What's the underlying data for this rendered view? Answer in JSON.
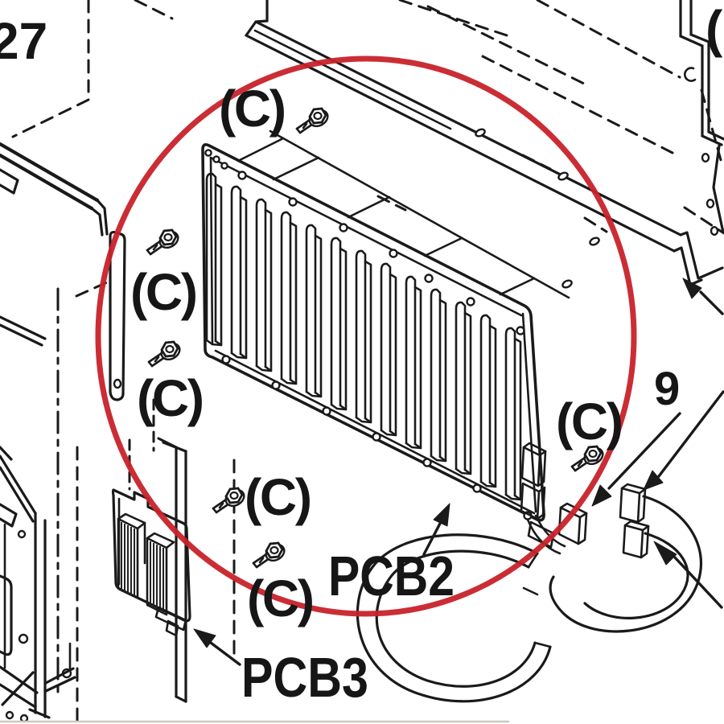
{
  "figure": {
    "description": "Scanned exploded parts diagram (service manual) with a red marker circle highlighting the PCB2 backplane",
    "highlight_color": "#c8222a",
    "ink_color": "#1a1a1a",
    "background_color": "#ffffff"
  },
  "labels": {
    "ref_27": "27",
    "ref_9": "9",
    "pcb2": "PCB2",
    "pcb3": "PCB3",
    "top_right_partial": "(C",
    "screw_callouts": [
      "(C)",
      "(C)",
      "(C)",
      "(C)",
      "(C)",
      "(C)"
    ]
  }
}
